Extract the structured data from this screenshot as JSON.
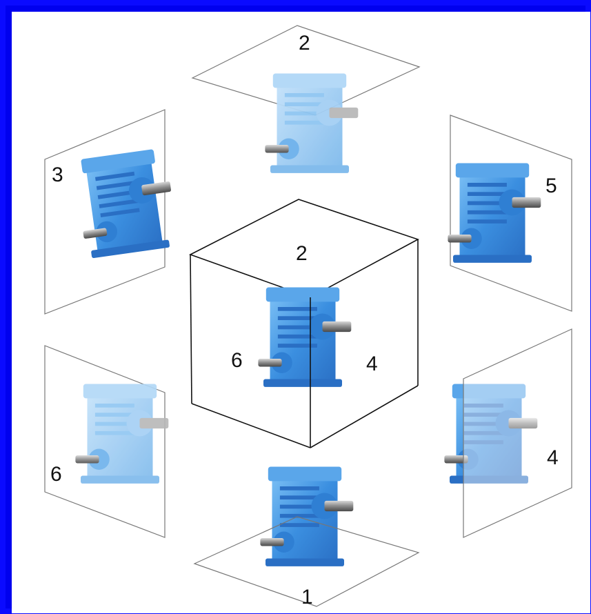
{
  "diagram": {
    "colors": {
      "border": "#0000ee",
      "background": "#ffffff",
      "gearbox_main": "#3b8fe0",
      "gearbox_light": "#8fc6f2",
      "shaft": "#8d8d8d",
      "plane_line": "#777777",
      "cube_line": "#111111"
    },
    "labels": {
      "top_plane": "2",
      "left_plane": "3",
      "right_plane": "5",
      "cube_top": "2",
      "cube_left": "6",
      "cube_right": "4",
      "lower_left_plane": "6",
      "lower_right_plane": "4",
      "bottom_plane": "1"
    },
    "icons": [
      "gearbox-icon"
    ]
  }
}
